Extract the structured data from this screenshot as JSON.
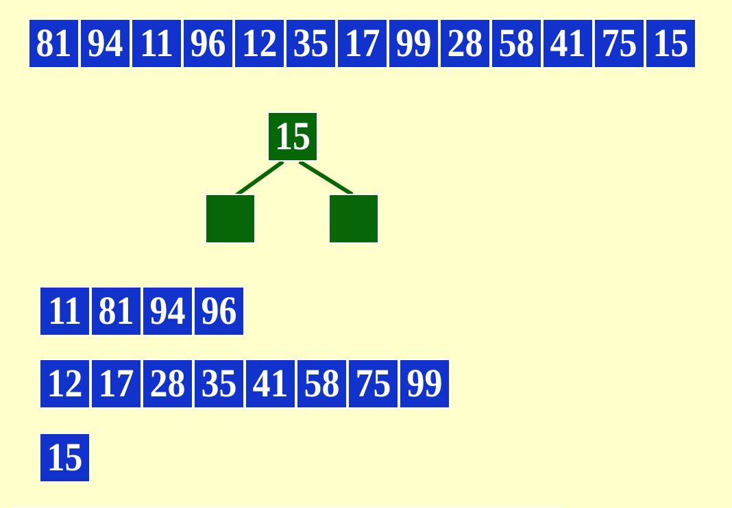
{
  "colors": {
    "background": "#FFFFCC",
    "array_cell_blue": "#1133CC",
    "tree_node_green": "#076607",
    "cell_border_white": "#FFFFFF",
    "number_text": "#FFFFFF"
  },
  "unsorted_array": {
    "values": [
      "81",
      "94",
      "11",
      "96",
      "12",
      "35",
      "17",
      "99",
      "28",
      "58",
      "41",
      "75",
      "15"
    ]
  },
  "tree": {
    "root_label": "15",
    "left_child_label": "",
    "right_child_label": ""
  },
  "sorted_runs": [
    {
      "values": [
        "11",
        "81",
        "94",
        "96"
      ]
    },
    {
      "values": [
        "12",
        "17",
        "28",
        "35",
        "41",
        "58",
        "75",
        "99"
      ]
    },
    {
      "values": [
        "15"
      ]
    }
  ]
}
